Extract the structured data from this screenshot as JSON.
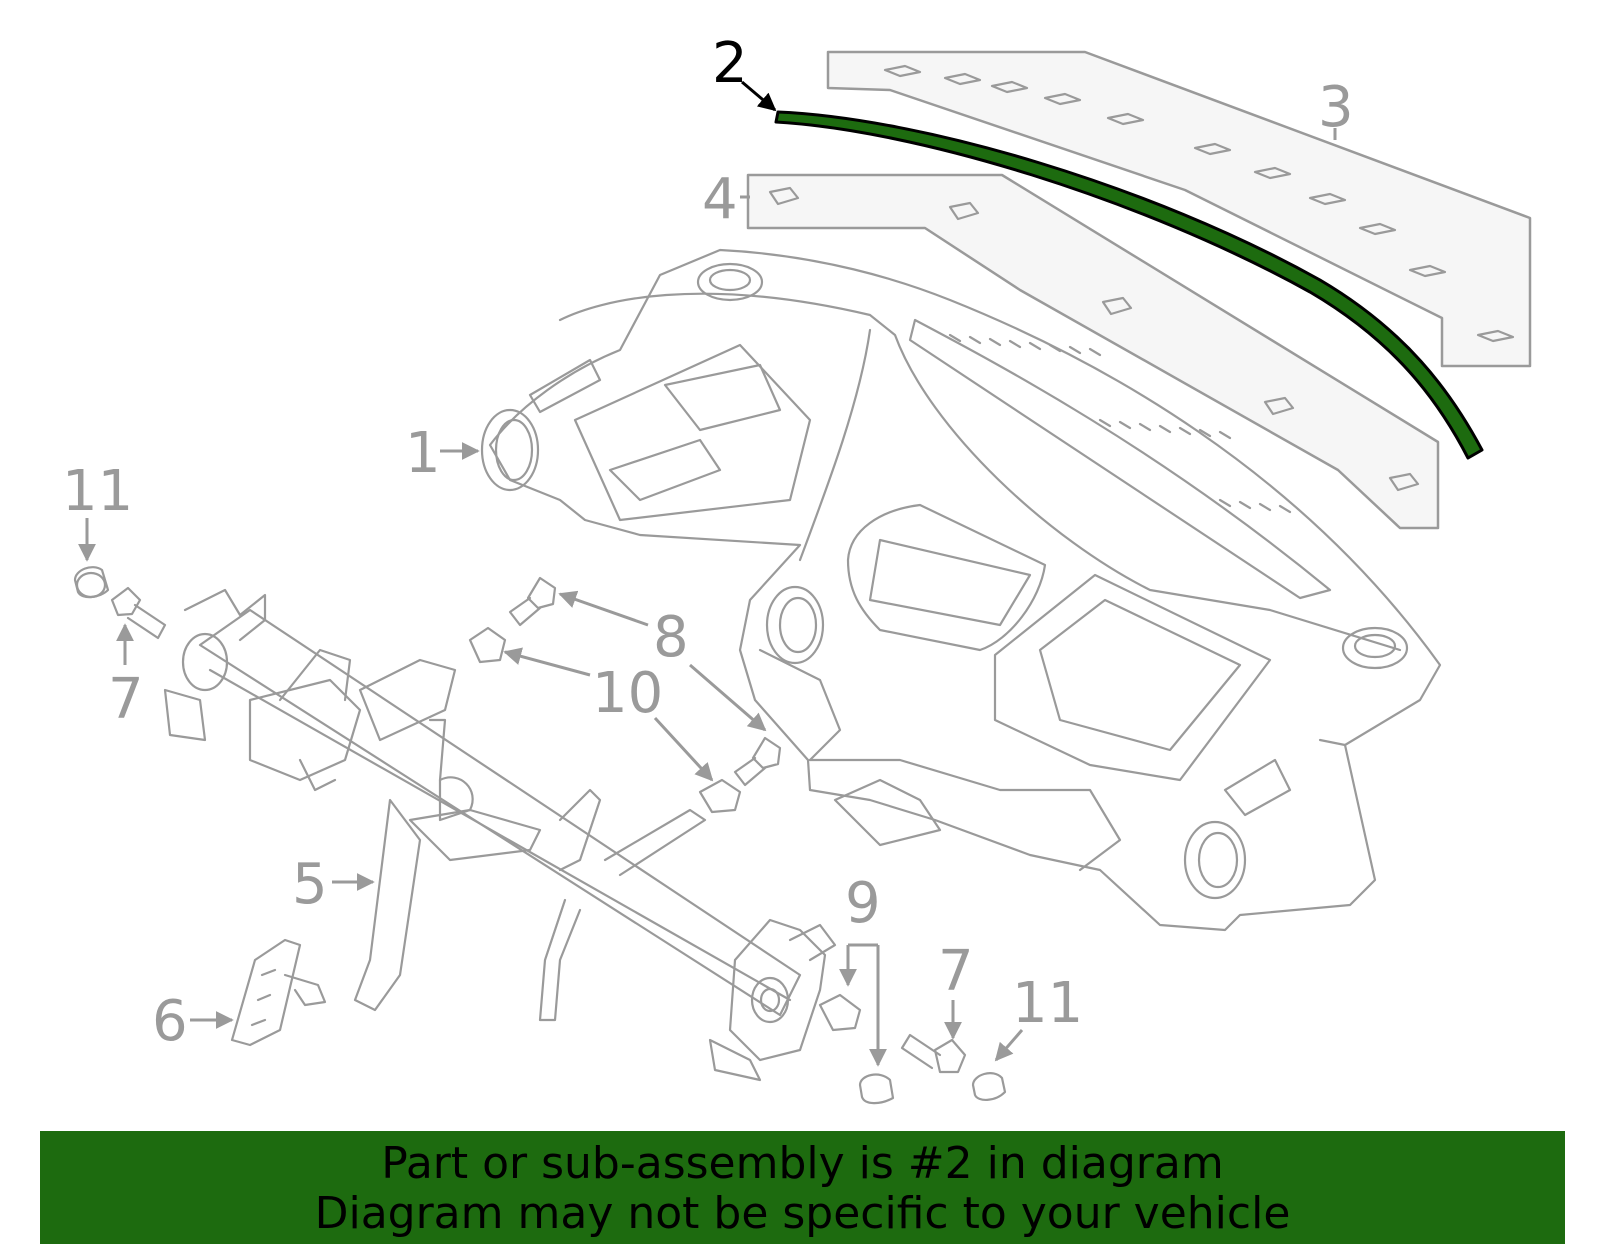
{
  "diagram": {
    "highlight_color": "#1d6b0f",
    "callouts": [
      {
        "id": "c2",
        "label": "2",
        "highlighted": true
      },
      {
        "id": "c3",
        "label": "3"
      },
      {
        "id": "c4",
        "label": "4"
      },
      {
        "id": "c1",
        "label": "1"
      },
      {
        "id": "c11a",
        "label": "11"
      },
      {
        "id": "c7a",
        "label": "7"
      },
      {
        "id": "c8",
        "label": "8"
      },
      {
        "id": "c10",
        "label": "10"
      },
      {
        "id": "c5",
        "label": "5"
      },
      {
        "id": "c6",
        "label": "6"
      },
      {
        "id": "c9",
        "label": "9"
      },
      {
        "id": "c7b",
        "label": "7"
      },
      {
        "id": "c11b",
        "label": "11"
      }
    ]
  },
  "banner": {
    "line1": "Part or sub-assembly is #2 in diagram",
    "line2": "Diagram may not be specific to your vehicle",
    "color": "#1d6b0f"
  }
}
